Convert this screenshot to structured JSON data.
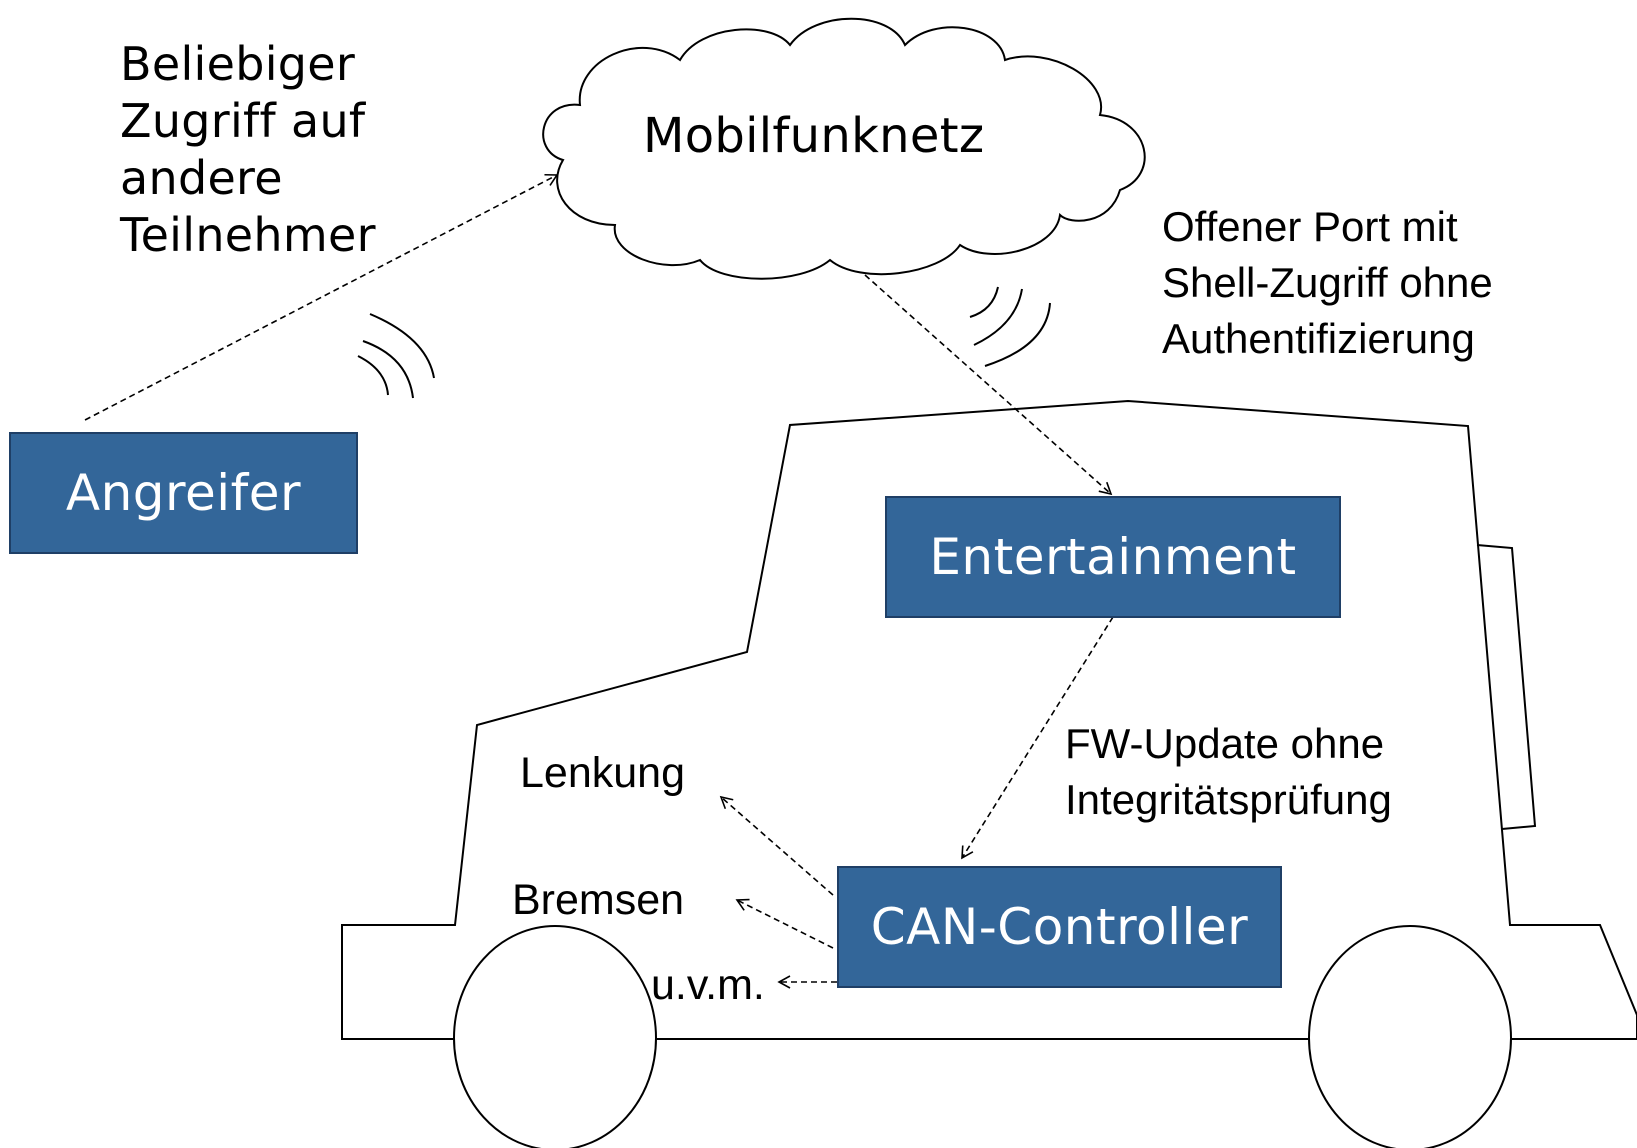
{
  "cloud": {
    "label": "Mobilfunknetz"
  },
  "nodes": {
    "attacker": "Angreifer",
    "entertainment": "Entertainment",
    "can_controller": "CAN-Controller"
  },
  "annotations": {
    "attacker_access": [
      "Beliebiger",
      "Zugriff auf",
      "andere",
      "Teilnehmer"
    ],
    "open_port": [
      "Offener Port mit",
      "Shell-Zugriff ohne",
      "Authentifizierung"
    ],
    "fw_update": [
      "FW-Update ohne",
      "Integritätsprüfung"
    ]
  },
  "targets": {
    "steering": "Lenkung",
    "brakes": "Bremsen",
    "more": "u.v.m."
  },
  "colors": {
    "box_fill": "#336699",
    "box_text": "#ffffff",
    "line": "#000000"
  }
}
